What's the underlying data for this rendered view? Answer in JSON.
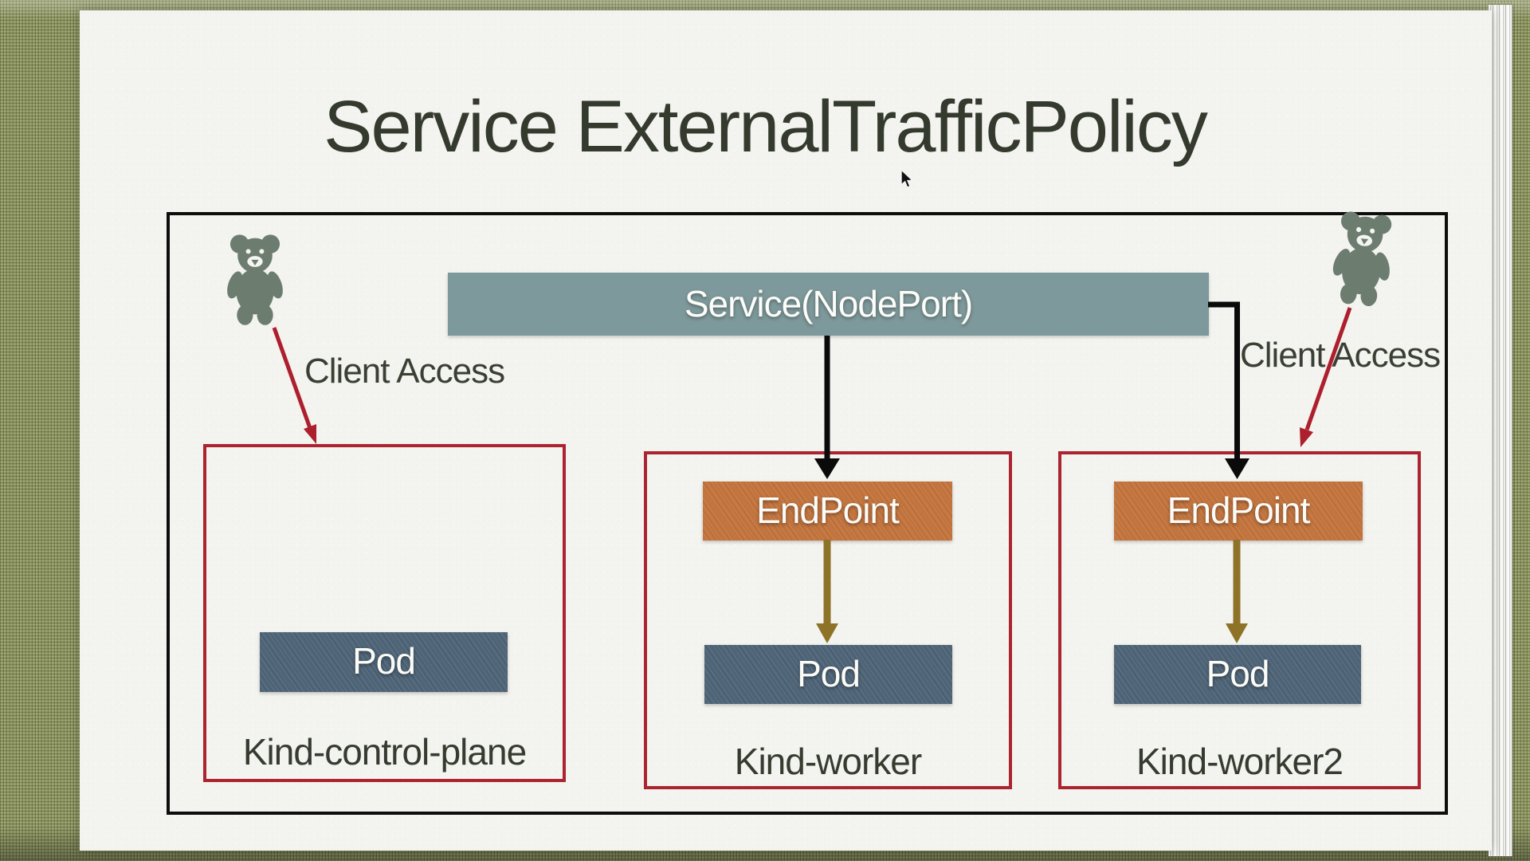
{
  "title": "Service ExternalTrafficPolicy",
  "diagram": {
    "service_label": "Service(NodePort)",
    "client_access_left": "Client Access",
    "client_access_right": "Client Access",
    "nodes": [
      {
        "label": "Kind-control-plane",
        "pod_label": "Pod"
      },
      {
        "label": "Kind-worker",
        "endpoint_label": "EndPoint",
        "pod_label": "Pod"
      },
      {
        "label": "Kind-worker2",
        "endpoint_label": "EndPoint",
        "pod_label": "Pod"
      }
    ],
    "colors": {
      "service_bar": "#7e999b",
      "endpoint": "#c3743d",
      "pod": "#4e6477",
      "node_border": "#ab2531",
      "frame_border": "#0d0d0d",
      "arrow_black": "#0a0a0a",
      "arrow_olive": "#8e7227",
      "arrow_red": "#ad1f2d",
      "bear": "#6c7d70",
      "title_text": "#343a2d",
      "page": "#f3f3ef",
      "fabric": "#8f985f"
    }
  }
}
